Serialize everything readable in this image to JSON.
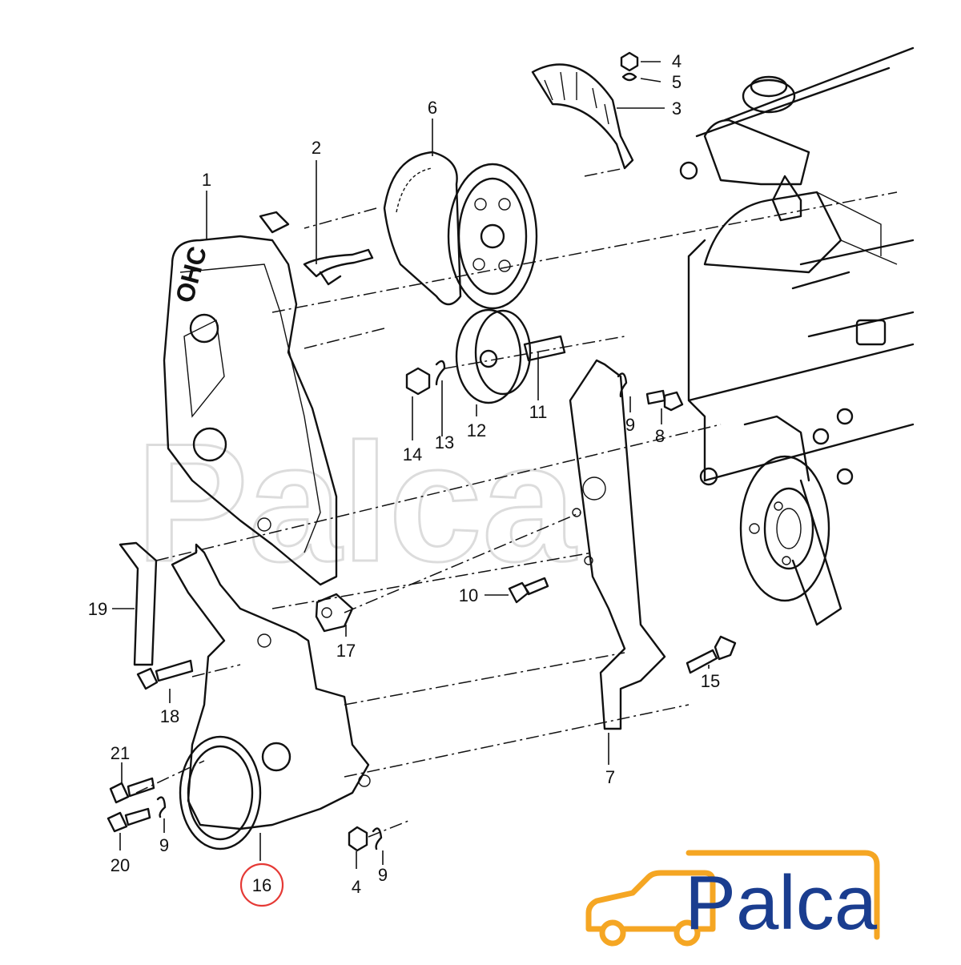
{
  "diagram": {
    "watermark": "Palca",
    "logo_text": "Palca",
    "highlighted_part": "16",
    "colors": {
      "highlight": "#e53935",
      "logo_blue": "#1a3d8f",
      "logo_orange": "#f5a623",
      "ink": "#111111"
    },
    "labels": {
      "p1": "1",
      "p2": "2",
      "p3": "3",
      "p4a": "4",
      "p4b": "4",
      "p5": "5",
      "p6": "6",
      "p7": "7",
      "p8": "8",
      "p9a": "9",
      "p9b": "9",
      "p9c": "9",
      "p10": "10",
      "p11": "11",
      "p12": "12",
      "p13": "13",
      "p14": "14",
      "p15": "15",
      "p16": "16",
      "p17": "17",
      "p18": "18",
      "p19": "19",
      "p20": "20",
      "p21": "21"
    }
  }
}
